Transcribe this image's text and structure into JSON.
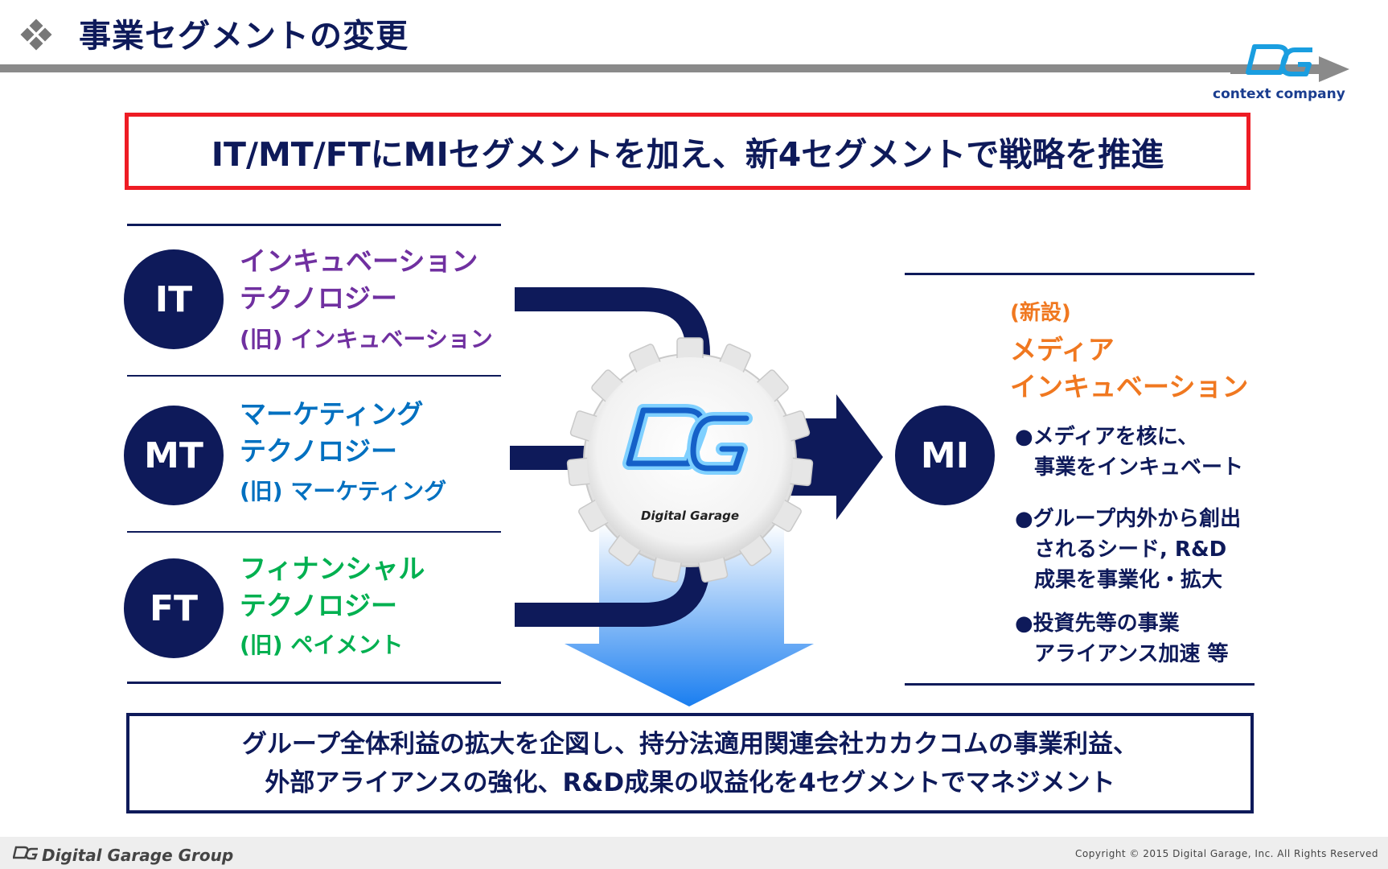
{
  "header": {
    "title": "事業セグメントの変更",
    "icon": "diamond-bullet-icon",
    "logo_text": "context company"
  },
  "banner": {
    "text": "IT/MT/FTにMIセグメントを加え、新4セグメントで戦略を推進",
    "border_color": "#ee1c24"
  },
  "segments": [
    {
      "code": "IT",
      "title_line1": "インキュベーション",
      "title_line2": "テクノロジー",
      "old": "(旧) インキュベーション",
      "color": "#7030a0"
    },
    {
      "code": "MT",
      "title_line1": "マーケティング",
      "title_line2": "テクノロジー",
      "old": "(旧) マーケティング",
      "color": "#0070c0"
    },
    {
      "code": "FT",
      "title_line1": "フィナンシャル",
      "title_line2": "テクノロジー",
      "old": "(旧) ペイメント",
      "color": "#00b050"
    }
  ],
  "center": {
    "gear_label": "Digital Garage",
    "icon": "dg-gear-logo-icon"
  },
  "new_segment": {
    "code": "MI",
    "tag": "(新設)",
    "title_line1": "メディア",
    "title_line2": "インキュベーション",
    "bullets": [
      {
        "line1": "●メディアを核に、",
        "line2": "事業をインキュベート"
      },
      {
        "line1": "●グループ内外から創出",
        "line2": "されるシード, R&D",
        "line3": "成果を事業化・拡大"
      },
      {
        "line1": "●投資先等の事業",
        "line2": "アライアンス加速 等"
      }
    ]
  },
  "summary": {
    "line1": "グループ全体利益の拡大を企図し、持分法適用関連会社カカクコムの事業利益、",
    "line2": "外部アライアンスの強化、R&D成果の収益化を4セグメントでマネジメント"
  },
  "footer": {
    "left": "Digital Garage Group",
    "right": "Copyright © 2015 Digital Garage, Inc. All Rights Reserved"
  },
  "colors": {
    "navy": "#0e1a5a",
    "orange": "#f07820"
  }
}
